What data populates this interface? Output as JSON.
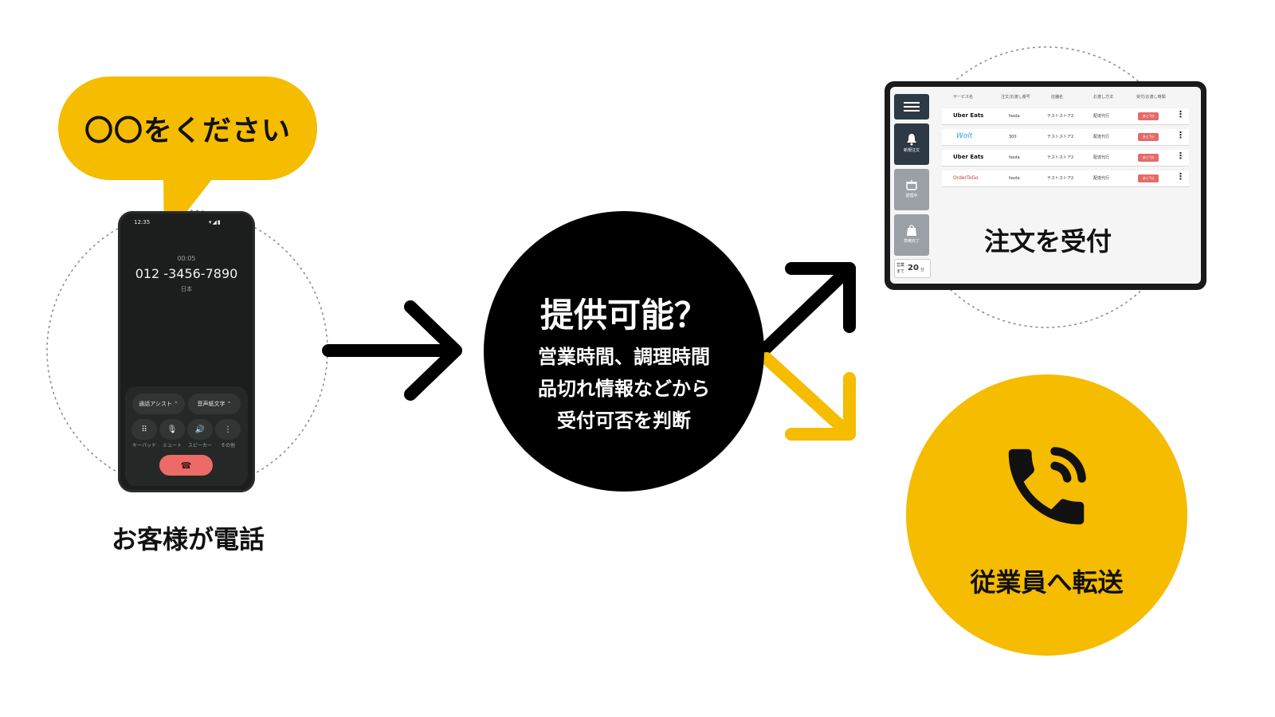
{
  "bubble": {
    "text": "〇〇をください"
  },
  "caller": {
    "caption": "お客様が電話",
    "phone": {
      "status_time": "12:35",
      "status_icons": "▾◢▮",
      "timer": "00:05",
      "number": "012 -3456-7890",
      "country": "日本",
      "pills": [
        "通話アシスト ⌃",
        "音声紙文字 ⌃"
      ],
      "keys": [
        {
          "icon": "keypad-icon",
          "glyph": "⠿",
          "label": "キーパッド"
        },
        {
          "icon": "mic-icon",
          "glyph": "🎙",
          "label": "ミュート"
        },
        {
          "icon": "speaker-icon",
          "glyph": "🔊",
          "label": "スピーカー"
        },
        {
          "icon": "more-icon",
          "glyph": "⋮",
          "label": "その他"
        }
      ],
      "hangup_glyph": "☎"
    }
  },
  "decision": {
    "title": "提供可能？",
    "lines": [
      "営業時間、調理時間",
      "品切れ情報などから",
      "受付可否を判断"
    ]
  },
  "accept": {
    "label": "注文を受付",
    "tablet": {
      "headers": [
        "サービス名",
        "注文/お渡し番号",
        "店舗名",
        "お渡し方法",
        "受付/お渡し時間"
      ],
      "sidebar": [
        {
          "label": "新規注文",
          "icon": "bell-icon"
        },
        {
          "label": "調理中",
          "icon": "pot-icon"
        },
        {
          "label": "準備完了",
          "icon": "bag-icon"
        }
      ],
      "footer": {
        "label_top": "営業",
        "label_bottom": "まで",
        "value": "20",
        "unit": "分"
      },
      "rows": [
        {
          "service": "Uber Eats",
          "order": "fasda",
          "store": "テストストア2",
          "method": "配達代行",
          "badge": "あと7分"
        },
        {
          "service": "Wolt",
          "order": "300",
          "store": "テストストア2",
          "method": "配達代行",
          "badge": "あと7分"
        },
        {
          "service": "Uber Eats",
          "order": "fasda",
          "store": "テストストア2",
          "method": "配達代行",
          "badge": "あと7分"
        },
        {
          "service": "OrderToGo",
          "order": "fasda",
          "store": "テストストア2",
          "method": "配達代行",
          "badge": "あと7分"
        }
      ]
    }
  },
  "transfer": {
    "label": "従業員へ転送"
  },
  "colors": {
    "accent_yellow": "#f5bc00",
    "black": "#000000",
    "badge_red": "#e56a68"
  }
}
